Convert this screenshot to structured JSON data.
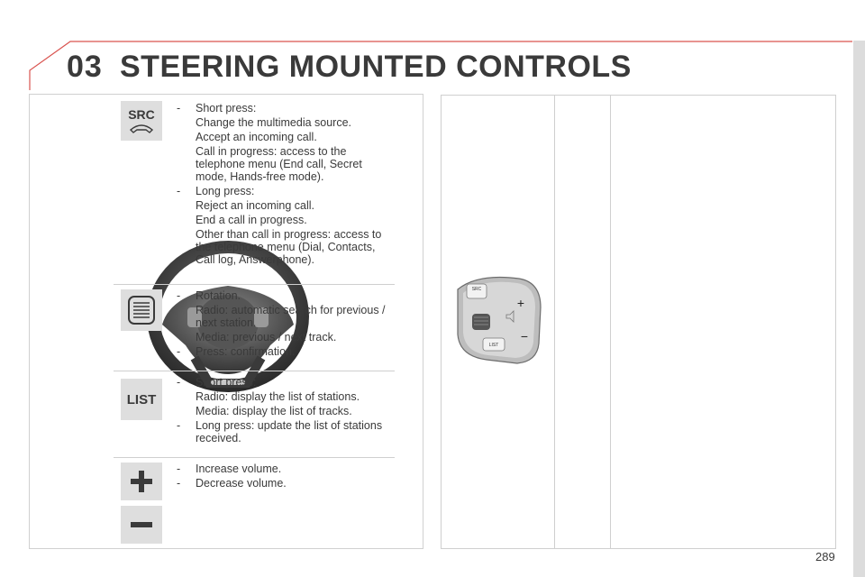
{
  "header": {
    "chapter_number": "03",
    "title": "STEERING MOUNTED CONTROLS"
  },
  "illustration_labels": {
    "src": "SRC",
    "list": "LIST"
  },
  "rows": [
    {
      "icon_label": "SRC",
      "items": [
        {
          "dash": "-",
          "text": "Short press:"
        },
        {
          "sub": "Change the multimedia source."
        },
        {
          "sub": "Accept an incoming call."
        },
        {
          "sub": "Call in progress: access to the telephone menu (End call, Secret mode, Hands-free mode)."
        },
        {
          "dash": "-",
          "text": "Long press:"
        },
        {
          "sub": "Reject an incoming call."
        },
        {
          "sub": "End a call in progress."
        },
        {
          "sub": "Other than call in progress: access to the telephone menu (Dial, Contacts, Call log, Answerphone)."
        }
      ]
    },
    {
      "icon_label": "",
      "items": [
        {
          "dash": "-",
          "text": "Rotation."
        },
        {
          "sub": "Radio: automatic search for previous / next station."
        },
        {
          "sub": "Media: previous / next track."
        },
        {
          "dash": "-",
          "text": "Press: confirmation."
        }
      ]
    },
    {
      "icon_label": "LIST",
      "items": [
        {
          "dash": "-",
          "text": "Short press:"
        },
        {
          "sub": "Radio: display the list of stations."
        },
        {
          "sub": "Media: display the list of tracks."
        },
        {
          "dash": "-",
          "text": "Long press: update the list of stations received."
        }
      ]
    },
    {
      "icon_label": "",
      "items": [
        {
          "dash": "-",
          "text": "Increase volume."
        },
        {
          "dash": "-",
          "text": "Decrease volume."
        }
      ]
    }
  ],
  "page_number": "289"
}
